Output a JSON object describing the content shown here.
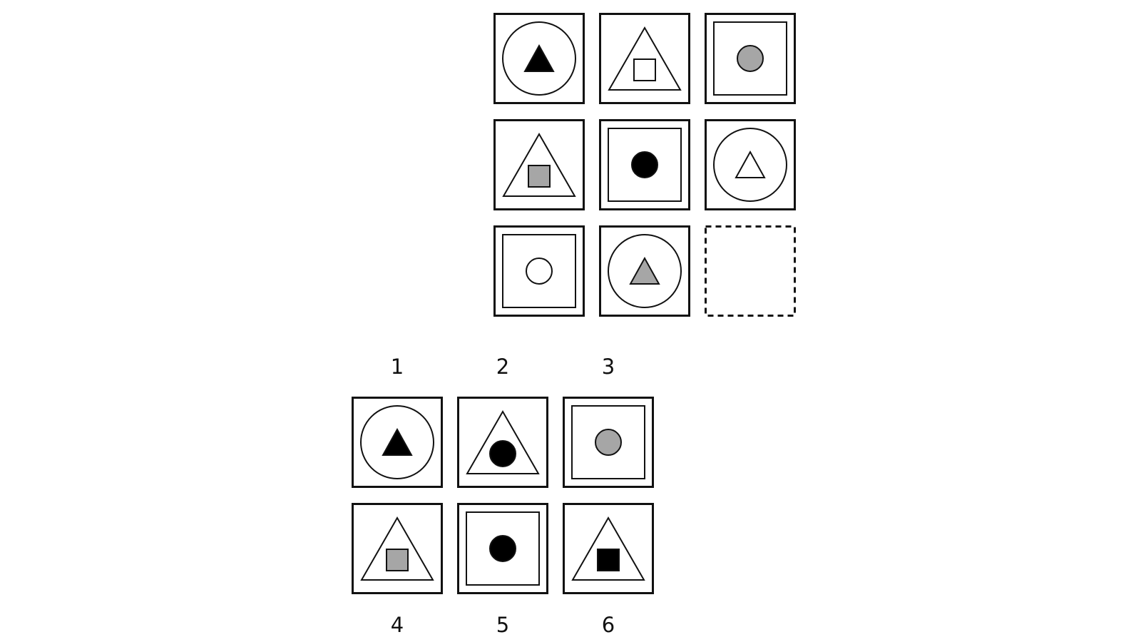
{
  "colors": {
    "stroke": "#111111",
    "black": "#000000",
    "gray": "#a6a6a6",
    "white": "#ffffff",
    "background": "#ffffff"
  },
  "matrix": {
    "cells": [
      {
        "outer": "circle",
        "inner": "triangle",
        "fill": "black"
      },
      {
        "outer": "triangle",
        "inner": "square",
        "fill": "white"
      },
      {
        "outer": "square",
        "inner": "circle",
        "fill": "gray"
      },
      {
        "outer": "triangle",
        "inner": "square",
        "fill": "gray"
      },
      {
        "outer": "square",
        "inner": "circle",
        "fill": "black"
      },
      {
        "outer": "circle",
        "inner": "triangle",
        "fill": "white"
      },
      {
        "outer": "square",
        "inner": "circle",
        "fill": "white"
      },
      {
        "outer": "circle",
        "inner": "triangle",
        "fill": "gray"
      },
      {
        "outer": "missing",
        "inner": "none",
        "fill": "none"
      }
    ]
  },
  "options": [
    {
      "label": "1",
      "outer": "circle",
      "inner": "triangle",
      "fill": "black"
    },
    {
      "label": "2",
      "outer": "triangle",
      "inner": "circle",
      "fill": "black"
    },
    {
      "label": "3",
      "outer": "square",
      "inner": "circle",
      "fill": "gray"
    },
    {
      "label": "4",
      "outer": "triangle",
      "inner": "square",
      "fill": "gray"
    },
    {
      "label": "5",
      "outer": "square",
      "inner": "circle",
      "fill": "black"
    },
    {
      "label": "6",
      "outer": "triangle",
      "inner": "square",
      "fill": "black"
    }
  ]
}
